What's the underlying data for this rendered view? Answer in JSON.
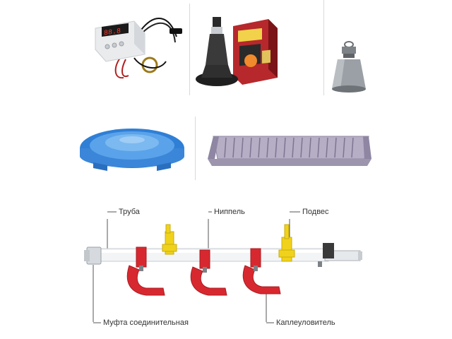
{
  "diagram": {
    "labels": {
      "pipe": "Труба",
      "nipple": "Ниппель",
      "hanger": "Подвес",
      "coupling": "Муфта соединительная",
      "drip_cup": "Каплеуловитель"
    }
  },
  "colors": {
    "feeder_blue": "#3f8fe0",
    "trough_purple": "#a79fb8",
    "cup_red": "#d8282f",
    "hanger_yellow": "#f0d21c",
    "pipe_white": "#f2f4f6",
    "thermostat_white": "#eceef0",
    "display_red": "#e23a2a",
    "lamp_gray": "#9aa0a6"
  }
}
